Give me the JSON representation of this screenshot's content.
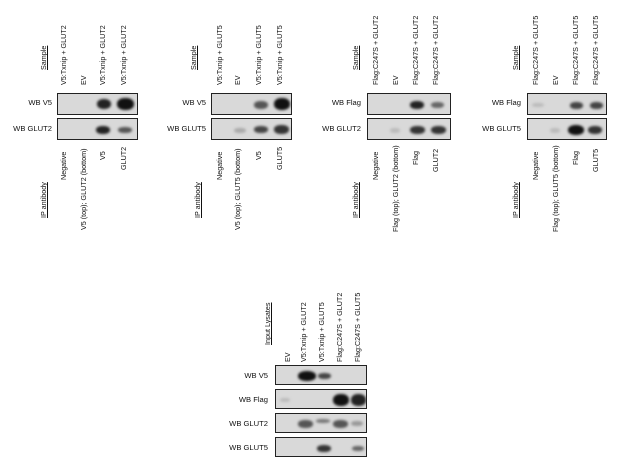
{
  "panel1": {
    "sample_title": "Sample",
    "samples": [
      "V5:Txnip + GLUT2",
      "EV",
      "V5:Txnip + GLUT2",
      "V5:Txnip + GLUT2"
    ],
    "rows": [
      "WB V5",
      "WB GLUT2"
    ],
    "ip_title": "IP antibody",
    "ip": [
      "Negative",
      "V5 (top); GLUT2 (bottom)",
      "V5",
      "GLUT2"
    ]
  },
  "panel2": {
    "sample_title": "Sample",
    "samples": [
      "V5:Txnip + GLUT5",
      "EV",
      "V5:Txnip + GLUT5",
      "V5:Txnip + GLUT5"
    ],
    "rows": [
      "WB V5",
      "WB GLUT5"
    ],
    "ip_title": "IP antibody",
    "ip": [
      "Negative",
      "V5 (top); GLUT5 (bottom)",
      "V5",
      "GLUT5"
    ]
  },
  "panel3": {
    "sample_title": "Sample",
    "samples": [
      "Flag:C247S + GLUT2",
      "EV",
      "Flag:C247S + GLUT2",
      "Flag:C247S + GLUT2"
    ],
    "rows": [
      "WB Flag",
      "WB GLUT2"
    ],
    "ip_title": "IP antibody",
    "ip": [
      "Negative",
      "Flag (top); GLUT2 (bottom)",
      "Flag",
      "GLUT2"
    ]
  },
  "panel4": {
    "sample_title": "Sample",
    "samples": [
      "Flag:C247S + GLUT5",
      "EV",
      "Flag:C247S + GLUT5",
      "Flag:C247S + GLUT5"
    ],
    "rows": [
      "WB Flag",
      "WB GLUT5"
    ],
    "ip_title": "IP antibody",
    "ip": [
      "Negative",
      "Flag (top); GLUT5 (bottom)",
      "Flag",
      "GLUT5"
    ]
  },
  "input": {
    "title": "Input Lysates",
    "lanes": [
      "EV",
      "V5:Txnip + GLUT2",
      "V5:Txnip + GLUT5",
      "Flag:C247S + GLUT2",
      "Flag:C247S + GLUT5"
    ],
    "rows": [
      "WB V5",
      "WB Flag",
      "WB GLUT2",
      "WB GLUT5"
    ]
  },
  "colors": {
    "blot_bg": "#d9d9d9",
    "band": "#111111",
    "border": "#222222"
  }
}
